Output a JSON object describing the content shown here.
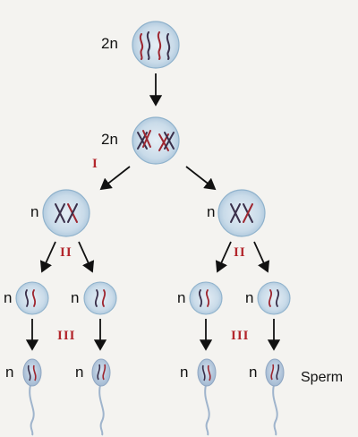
{
  "ploidy": {
    "diploid": "2n",
    "haploid": "n"
  },
  "stages": {
    "first": "I",
    "second": "II",
    "third": "III"
  },
  "end_product": "Sperm",
  "colors": {
    "cell_fill": "#c9dbe9",
    "cell_edge": "#8fb2cc",
    "chrom_red": "#9e2630",
    "chrom_dark": "#3a2f4a",
    "arrow": "#111111",
    "stage_label": "#b3262c"
  }
}
